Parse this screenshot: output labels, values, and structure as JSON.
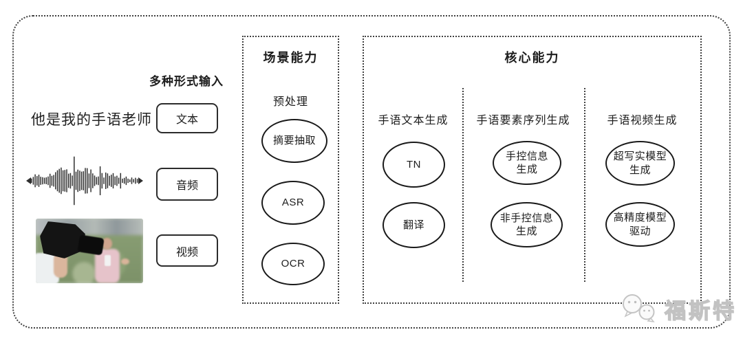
{
  "colors": {
    "line": "#2b2b2b",
    "watermark": "#c8c8c8"
  },
  "input_section": {
    "label": "多种形式输入",
    "text_sample": "他是我的手语老师",
    "input_types": [
      {
        "label": "文本"
      },
      {
        "label": "音频"
      },
      {
        "label": "视频"
      }
    ]
  },
  "scene_capability": {
    "title": "场景能力",
    "stage_label": "预处理",
    "nodes": [
      {
        "label": "摘要抽取"
      },
      {
        "label": "ASR"
      },
      {
        "label": "OCR"
      }
    ]
  },
  "core_capability": {
    "title": "核心能力",
    "columns": [
      {
        "label": "手语文本生成",
        "nodes": [
          {
            "label": "TN"
          },
          {
            "label": "翻译"
          }
        ]
      },
      {
        "label": "手语要素序列生成",
        "nodes": [
          {
            "label": "手控信息\n生成"
          },
          {
            "label": "非手控信息\n生成"
          }
        ]
      },
      {
        "label": "手语视频生成",
        "nodes": [
          {
            "label": "超写实模型\n生成"
          },
          {
            "label": "高精度模型\n驱动"
          }
        ]
      }
    ]
  },
  "watermark": {
    "text": "福斯特"
  }
}
